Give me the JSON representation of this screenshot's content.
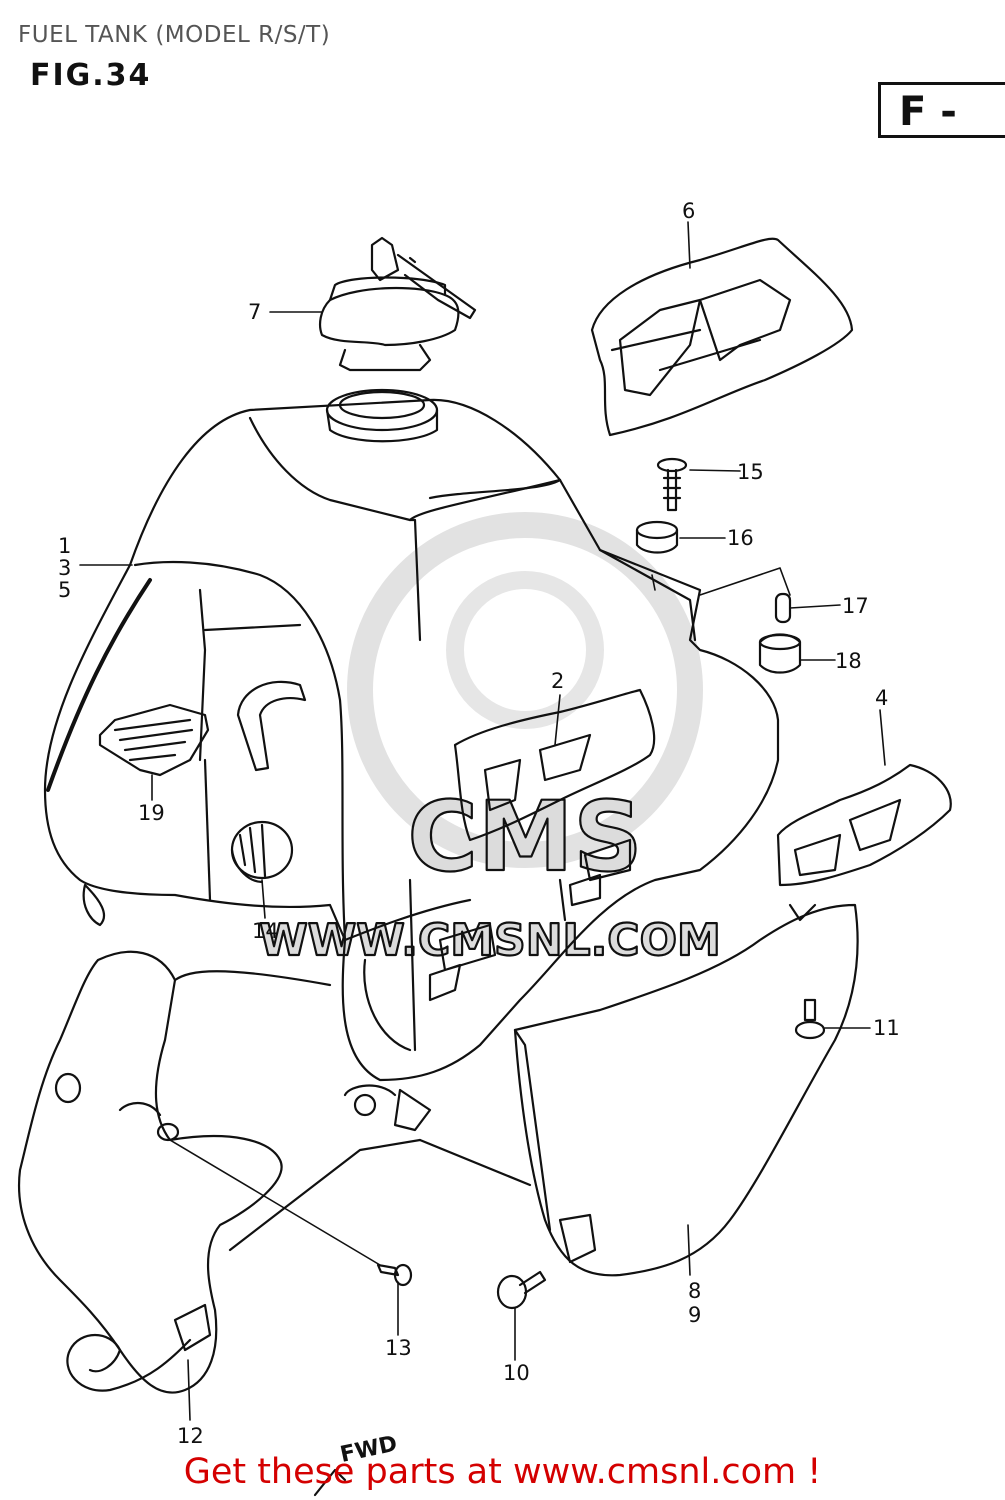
{
  "header": {
    "title": "FUEL TANK (MODEL R/S/T)",
    "figure": "FIG.34",
    "section_box": "F -"
  },
  "watermark": {
    "logo_text": "CMS",
    "url": "WWW.CMSNL.COM"
  },
  "callouts": [
    {
      "id": "c1",
      "text": "1"
    },
    {
      "id": "c3",
      "text": "3"
    },
    {
      "id": "c5",
      "text": "5"
    },
    {
      "id": "c2",
      "text": "2"
    },
    {
      "id": "c4",
      "text": "4"
    },
    {
      "id": "c6",
      "text": "6"
    },
    {
      "id": "c7",
      "text": "7"
    },
    {
      "id": "c8",
      "text": "8"
    },
    {
      "id": "c9",
      "text": "9"
    },
    {
      "id": "c10",
      "text": "10"
    },
    {
      "id": "c11",
      "text": "11"
    },
    {
      "id": "c12",
      "text": "12"
    },
    {
      "id": "c13",
      "text": "13"
    },
    {
      "id": "c14",
      "text": "14"
    },
    {
      "id": "c15",
      "text": "15"
    },
    {
      "id": "c16",
      "text": "16"
    },
    {
      "id": "c17",
      "text": "17"
    },
    {
      "id": "c18",
      "text": "18"
    },
    {
      "id": "c19",
      "text": "19"
    }
  ],
  "fwd_mark": "FWD",
  "footer": {
    "link_text": "Get these parts at www.cmsnl.com !",
    "color": "#d40000"
  }
}
